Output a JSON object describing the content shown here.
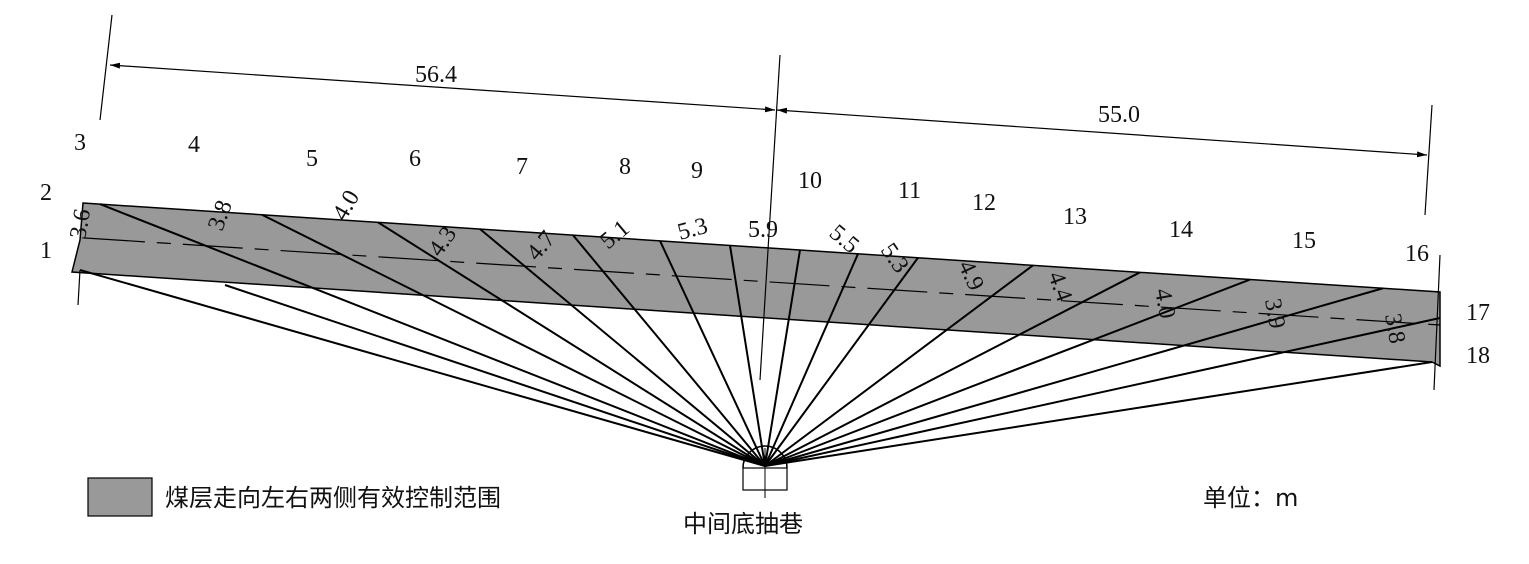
{
  "title_labels": [
    "1",
    "2",
    "3",
    "4",
    "5",
    "6",
    "7",
    "8",
    "9",
    "10",
    "11",
    "12",
    "13",
    "14",
    "15",
    "16",
    "17",
    "18"
  ],
  "thickness": [
    "3.6",
    "3.8",
    "4.0",
    "4.3",
    "4.7",
    "5.1",
    "5.3",
    "5.9",
    "5.5",
    "5.3",
    "4.9",
    "4.4",
    "4.0",
    "3.9",
    "3.8"
  ],
  "dimensions": {
    "left": "56.4",
    "right": "55.0"
  },
  "legend": {
    "label": "煤层走向左右两侧有效控制范围",
    "color": "#999999"
  },
  "unit": "单位：m",
  "roadway": "中间底抽巷"
}
